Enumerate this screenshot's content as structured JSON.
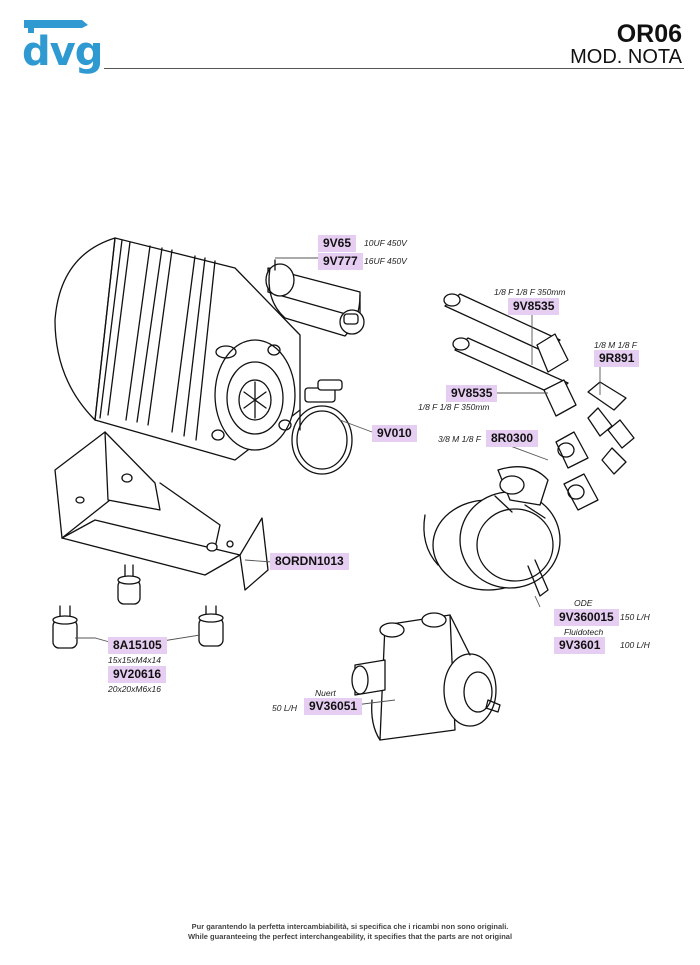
{
  "header": {
    "brand": "dvg",
    "code": "OR06",
    "model": "MOD. NOTA"
  },
  "parts": {
    "cap_a": {
      "code": "9V65",
      "spec": "10UF 450V"
    },
    "cap_b": {
      "code": "9V777",
      "spec": "16UF 450V"
    },
    "tube_top": {
      "code": "9V8535",
      "spec": "1/8 F 1/8 F 350mm"
    },
    "tube_bottom": {
      "code": "9V8535",
      "spec": "1/8 F 1/8 F 350mm"
    },
    "elbow": {
      "code": "9R891",
      "spec": "1/8 M 1/8 F"
    },
    "clamp": {
      "code": "9V010"
    },
    "reducer": {
      "code": "8R0300",
      "spec": "3/8 M 1/8 F"
    },
    "bracket": {
      "code": "8ORDN1013"
    },
    "pump_ode": {
      "brand": "ODE",
      "code": "9V360015",
      "spec": "150 L/H"
    },
    "pump_fluidotech": {
      "brand": "Fluidotech",
      "code": "9V3601",
      "spec": "100 L/H"
    },
    "foot_a": {
      "code": "8A15105",
      "spec": "15x15xM4x14"
    },
    "foot_b": {
      "code": "9V20616",
      "spec": "20x20xM6x16"
    },
    "pump_nuert": {
      "brand": "Nuert",
      "code": "9V36051",
      "spec": "50 L/H"
    }
  },
  "footer": {
    "line_it": "Pur garantendo la perfetta intercambiabilità, si specifica che i ricambi non sono originali.",
    "line_en": "While guaranteeing the perfect interchangeability, it specifies that the parts are not original"
  },
  "colors": {
    "brand_blue": "#2f9ad1",
    "tag_fill": "#e6cdf2"
  }
}
